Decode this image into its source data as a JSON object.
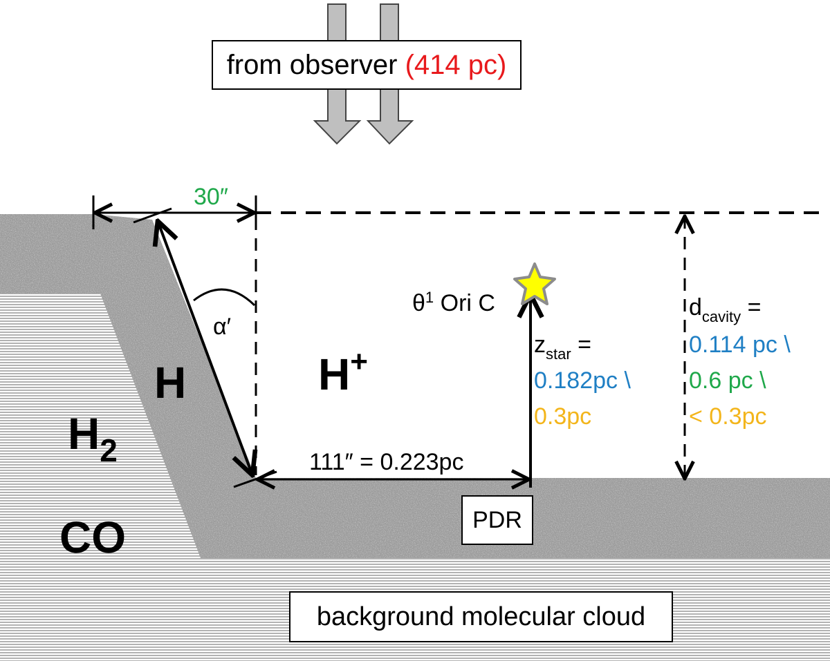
{
  "observer": {
    "prefix": "from observer",
    "distance": "(414 pc)",
    "distance_color": "#e8191c"
  },
  "angles": {
    "thirty": "30″",
    "alpha": "α′"
  },
  "regions": {
    "h_plus": "H",
    "h_plus_sup": "+",
    "h_atomic": "H",
    "h2_base": "H",
    "h2_sub": "2",
    "co": "CO",
    "pdr": "PDR",
    "background": "background molecular cloud"
  },
  "star": {
    "name_theta": "θ",
    "name_sup": "1",
    "name_rest": "Ori C",
    "fill_color": "#ffff00",
    "stroke_color": "#8c8c8c"
  },
  "z_star": {
    "base": "z",
    "sub": "star",
    "eq": " =",
    "value_blue": "0.182pc \\",
    "value_yellow": "0.3pc"
  },
  "d_cavity": {
    "base": "d",
    "sub": "cavity",
    "eq": " =",
    "value_blue": "0.114 pc \\",
    "value_green": "0.6 pc \\",
    "value_yellow": "< 0.3pc"
  },
  "baseline": {
    "label": "111″ = 0.223pc"
  },
  "colors": {
    "blue": "#1f7fc4",
    "green": "#1fa84a",
    "yellow": "#f3b51b",
    "red": "#e8191c",
    "grey_arrow": "#bfbfbf"
  }
}
